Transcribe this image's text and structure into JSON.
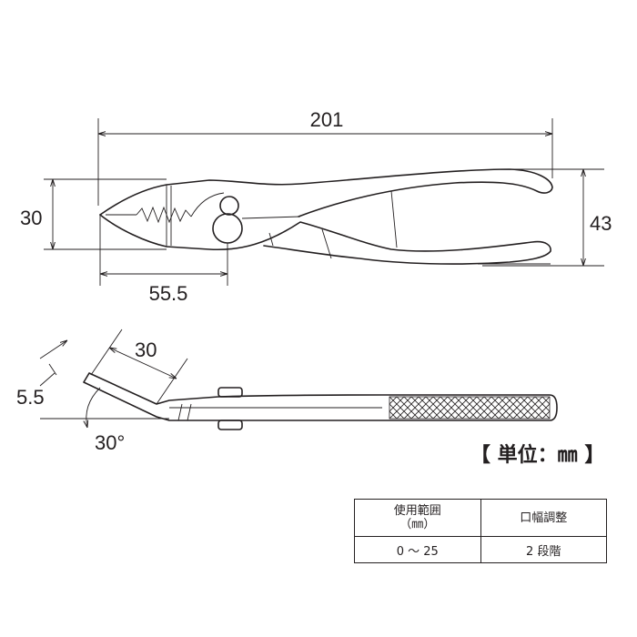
{
  "dimensions": {
    "overall_length": "201",
    "jaw_height": "30",
    "handle_width": "43",
    "jaw_length": "55.5",
    "bend_length": "30",
    "bend_offset": "5.5",
    "bend_angle": "30°"
  },
  "unit_label": "【 単位：㎜ 】",
  "spec_table": {
    "headers": [
      {
        "line1": "使用範囲",
        "line2": "（㎜）"
      },
      {
        "line1": "口幅調整",
        "line2": ""
      }
    ],
    "values": [
      "0 ～ 25",
      "2 段階"
    ]
  }
}
